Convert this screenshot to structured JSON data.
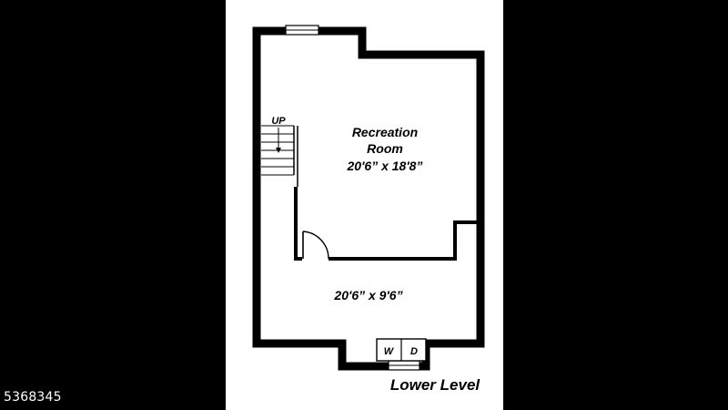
{
  "listing_id": "5368345",
  "level_label": "Lower Level",
  "rooms": {
    "recreation": {
      "name_line1": "Recreation",
      "name_line2": "Room",
      "dimensions": "20'6” x 18'8”"
    },
    "lower": {
      "dimensions": "20'6” x 9'6”"
    }
  },
  "stairs": {
    "label": "UP"
  },
  "appliances": {
    "washer": "W",
    "dryer": "D"
  },
  "colors": {
    "background": "#000000",
    "panel": "#ffffff",
    "walls": "#000000",
    "text": "#000000"
  }
}
